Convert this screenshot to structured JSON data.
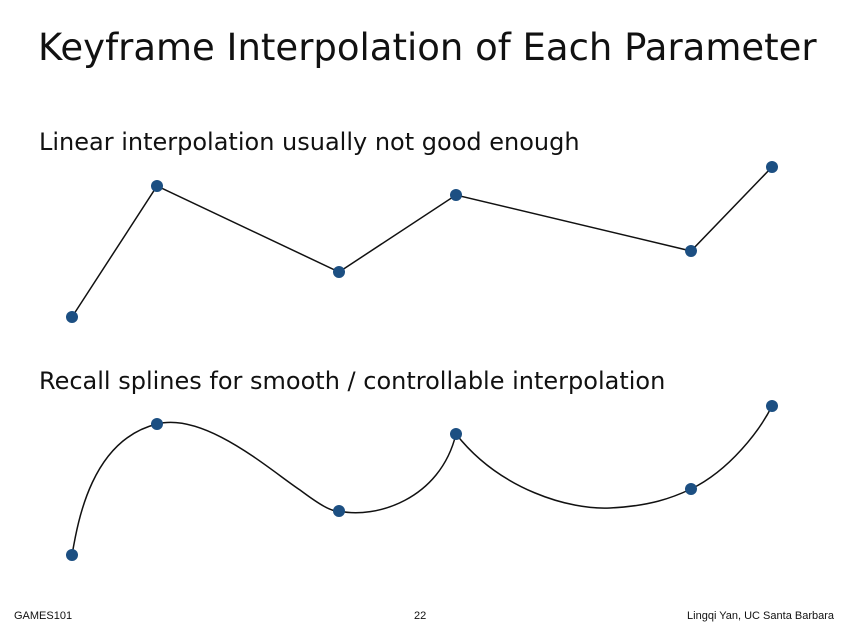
{
  "slide": {
    "title": "Keyframe Interpolation of Each Parameter",
    "caption_linear": "Linear interpolation usually not good enough",
    "caption_spline": "Recall splines for smooth / controllable interpolation"
  },
  "footer": {
    "course": "GAMES101",
    "page_number": "22",
    "author": "Lingqi Yan, UC Santa Barbara"
  },
  "colors": {
    "keyframe_dot": "#1c4f82",
    "curve": "#111111"
  }
}
